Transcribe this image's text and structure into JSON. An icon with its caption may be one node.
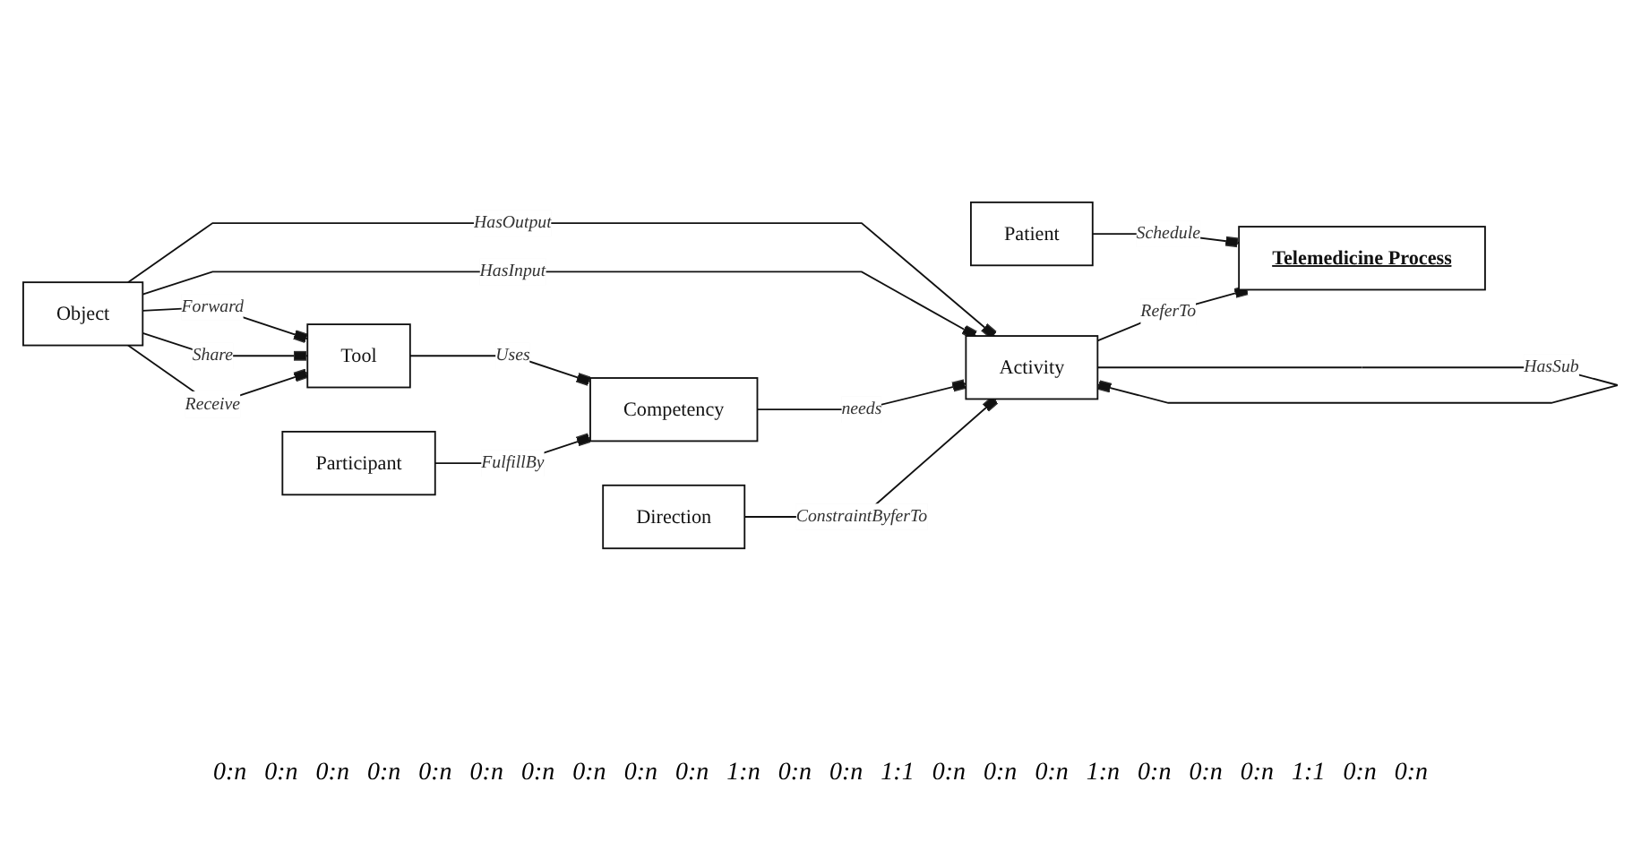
{
  "diagram": {
    "nodes": [
      {
        "text": [
          "Tool"
        ]
      },
      {
        "text": [
          "Object"
        ]
      },
      {
        "text": [
          "Patient"
        ]
      },
      {
        "text": [
          "Competency"
        ]
      },
      {
        "text": [
          "Activity"
        ]
      },
      {
        "text": [
          "Telemedicine Process"
        ]
      },
      {
        "text": [
          "Participant"
        ]
      },
      {
        "text": [
          "Direction"
        ]
      }
    ],
    "edges": [
      {
        "from": 1,
        "to": 0,
        "arrow": "other",
        "label": "Forward"
      },
      {
        "from": 1,
        "to": 0,
        "arrow": "other",
        "label": "Share"
      },
      {
        "from": 1,
        "to": 0,
        "arrow": "other",
        "label": "Receive"
      },
      {
        "from": 0,
        "to": 3,
        "arrow": "other",
        "label": "Uses"
      },
      {
        "from": 1,
        "to": 4,
        "arrow": "other",
        "label": "HasOutput"
      },
      {
        "from": 1,
        "to": 4,
        "arrow": "other",
        "label": "HasInput"
      },
      {
        "from": 2,
        "to": 5,
        "arrow": "other",
        "label": "Schedule"
      },
      {
        "from": 3,
        "to": 4,
        "arrow": "other",
        "label": "needs"
      },
      {
        "from": 4,
        "to": 5,
        "arrow": "other",
        "label": "ReferTo"
      },
      {
        "from": 6,
        "to": 3,
        "arrow": "other",
        "label": "FulfillBy"
      },
      {
        "from": 4,
        "to": 4,
        "arrow": "other",
        "label": "HasSub"
      },
      {
        "from": 7,
        "to": 4,
        "arrow": "other",
        "label": "ConstraintByferTo"
      }
    ],
    "labels": [
      "0:n",
      "0:n",
      "0:n",
      "0:n",
      "0:n",
      "0:n",
      "0:n",
      "0:n",
      "0:n",
      "0:n",
      "1:n",
      "0:n",
      "0:n",
      "1:1",
      "0:n",
      "0:n",
      "0:n",
      "1:n",
      "0:n",
      "0:n",
      "0:n",
      "1:1",
      "0:n",
      "0:n"
    ]
  }
}
